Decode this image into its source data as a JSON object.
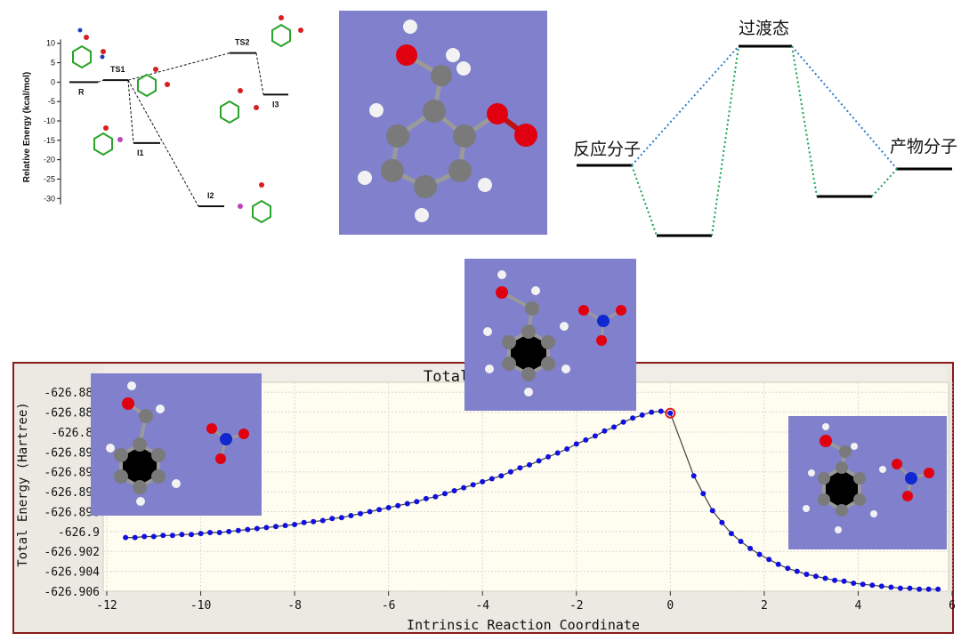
{
  "energy_diagram": {
    "ylabel": "Relative Energy (kcal/mol)",
    "yticks": [
      10,
      5,
      0,
      -5,
      -10,
      -15,
      -20,
      -25,
      -30
    ],
    "ylim": [
      -32,
      12
    ],
    "states": [
      {
        "label": "R",
        "energy": 0
      },
      {
        "label": "TS1",
        "energy": 0.5
      },
      {
        "label": "I1",
        "energy": -15.7
      },
      {
        "label": "I2",
        "energy": -32
      },
      {
        "label": "TS2",
        "energy": 7.5
      },
      {
        "label": "I3",
        "energy": -3.2
      }
    ]
  },
  "schematic": {
    "labels": {
      "reactant": "反应分子",
      "transition": "过渡态",
      "product": "产物分子"
    },
    "colors": {
      "blue_path": "#2a7bd0",
      "green_path": "#1aa050"
    }
  },
  "chart_data": {
    "type": "scatter",
    "title": "Total",
    "xlabel": "Intrinsic Reaction Coordinate",
    "ylabel": "Total Energy (Hartree)",
    "xlim": [
      -12,
      6
    ],
    "ylim": [
      -626.906,
      -626.885
    ],
    "xticks": [
      -12,
      -10,
      -8,
      -6,
      -4,
      -2,
      0,
      2,
      4,
      6
    ],
    "yticks": [
      "-626.886",
      "-626.888",
      "-626.89",
      "-626.892",
      "-626.894",
      "-626.896",
      "-626.898",
      "-626.9",
      "-626.902",
      "-626.904",
      "-626.906"
    ],
    "grid": true,
    "point_color": "#1010e0",
    "line_color": "#404040",
    "highlight_color": "#e02020",
    "highlight_x": 0,
    "x": [
      -11.6,
      -11.4,
      -11.2,
      -11.0,
      -10.8,
      -10.6,
      -10.4,
      -10.2,
      -10.0,
      -9.8,
      -9.6,
      -9.4,
      -9.2,
      -9.0,
      -8.8,
      -8.6,
      -8.4,
      -8.2,
      -8.0,
      -7.8,
      -7.6,
      -7.4,
      -7.2,
      -7.0,
      -6.8,
      -6.6,
      -6.4,
      -6.2,
      -6.0,
      -5.8,
      -5.6,
      -5.4,
      -5.2,
      -5.0,
      -4.8,
      -4.6,
      -4.4,
      -4.2,
      -4.0,
      -3.8,
      -3.6,
      -3.4,
      -3.2,
      -3.0,
      -2.8,
      -2.6,
      -2.4,
      -2.2,
      -2.0,
      -1.8,
      -1.6,
      -1.4,
      -1.2,
      -1.0,
      -0.8,
      -0.6,
      -0.4,
      -0.2,
      0.0,
      0.5,
      0.7,
      0.9,
      1.1,
      1.3,
      1.5,
      1.7,
      1.9,
      2.1,
      2.3,
      2.5,
      2.7,
      2.9,
      3.1,
      3.3,
      3.5,
      3.7,
      3.9,
      4.1,
      4.3,
      4.5,
      4.7,
      4.9,
      5.1,
      5.3,
      5.5,
      5.7
    ],
    "y": [
      -626.9006,
      -626.9006,
      -626.9005,
      -626.9005,
      -626.9004,
      -626.9004,
      -626.9003,
      -626.9003,
      -626.9002,
      -626.9001,
      -626.9001,
      -626.9,
      -626.8999,
      -626.8998,
      -626.8997,
      -626.8996,
      -626.8995,
      -626.8994,
      -626.8993,
      -626.8991,
      -626.899,
      -626.8989,
      -626.8987,
      -626.8986,
      -626.8984,
      -626.8982,
      -626.898,
      -626.8978,
      -626.8976,
      -626.8974,
      -626.8972,
      -626.897,
      -626.8967,
      -626.8965,
      -626.8962,
      -626.8959,
      -626.8956,
      -626.8953,
      -626.895,
      -626.8947,
      -626.8944,
      -626.894,
      -626.8936,
      -626.8933,
      -626.8929,
      -626.8925,
      -626.8921,
      -626.8917,
      -626.8912,
      -626.8908,
      -626.8904,
      -626.8899,
      -626.8895,
      -626.889,
      -626.8886,
      -626.8883,
      -626.888,
      -626.8879,
      -626.8881,
      -626.8944,
      -626.8962,
      -626.8979,
      -626.8991,
      -626.9002,
      -626.901,
      -626.9017,
      -626.9023,
      -626.9028,
      -626.9033,
      -626.9037,
      -626.904,
      -626.9043,
      -626.9045,
      -626.9047,
      -626.9049,
      -626.905,
      -626.9052,
      -626.9053,
      -626.9054,
      -626.9055,
      -626.9056,
      -626.9057,
      -626.9057,
      -626.9058,
      -626.9058,
      -626.9058
    ]
  }
}
